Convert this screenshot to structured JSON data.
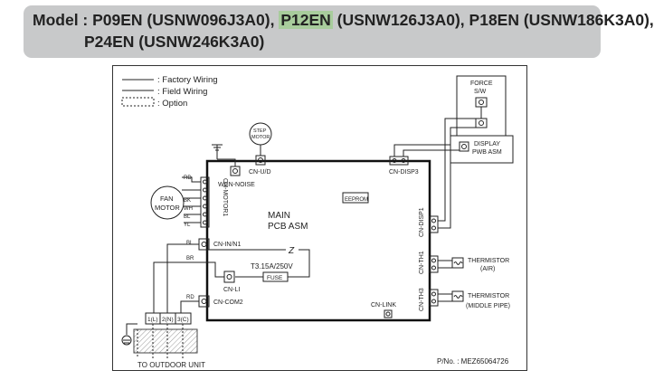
{
  "header": {
    "model_label": "Model :",
    "m1": "P09EN (USNW096J3A0),",
    "m2": "P12EN",
    "m2b": "(USNW126J3A0), P18EN (USNW186K3A0),",
    "m3": "P24EN (USNW246K3A0)",
    "highlight_color": "#a8cc9c"
  },
  "legend": {
    "factory": ": Factory Wiring",
    "field": ": Field Wiring",
    "option": ": Option"
  },
  "diagram": {
    "force_sw": [
      "FORCE",
      "S/W"
    ],
    "display": [
      "DISPLAY",
      "PWB ASM"
    ],
    "step_motor": [
      "STEP",
      "MOTOR"
    ],
    "fan_motor": [
      "FAN",
      "MOTOR"
    ],
    "main_pcb": [
      "MAIN",
      "PCB ASM"
    ],
    "eeprom": "EEPROM",
    "cn_ud": "CN-U/D",
    "cn_disp3": "CN-DISP3",
    "cn_disp1": "CN-DISP1",
    "wcn_noise": "WCN-NOISE",
    "cn_motor1": "CN-MOTOR1",
    "cn_in_n1": "CN-IN/N1",
    "cn_li": "CN-LI",
    "cn_com2": "CN-COM2",
    "cn_link": "CN-LINK",
    "cn_th1": "CN-TH1",
    "cn_th3": "CN-TH3",
    "fuse_rating": "T3.15A/250V",
    "fuse": "FUSE",
    "z_symbol": "Z",
    "thermistor_air": [
      "THERMISTOR",
      "(AIR)"
    ],
    "thermistor_pipe": [
      "THERMISTOR",
      "(MIDDLE PIPE)"
    ],
    "wire_colors": [
      "RD",
      "BK",
      "WH",
      "BL",
      "YL"
    ],
    "wire_bl": "BL",
    "wire_br": "BR",
    "wire_rd": "RD",
    "terminals": [
      "1(L)",
      "2(N)",
      "3(C)"
    ],
    "outdoor": "TO OUTDOOR UNIT",
    "part_no": "P/No. : MEZ65064726"
  }
}
